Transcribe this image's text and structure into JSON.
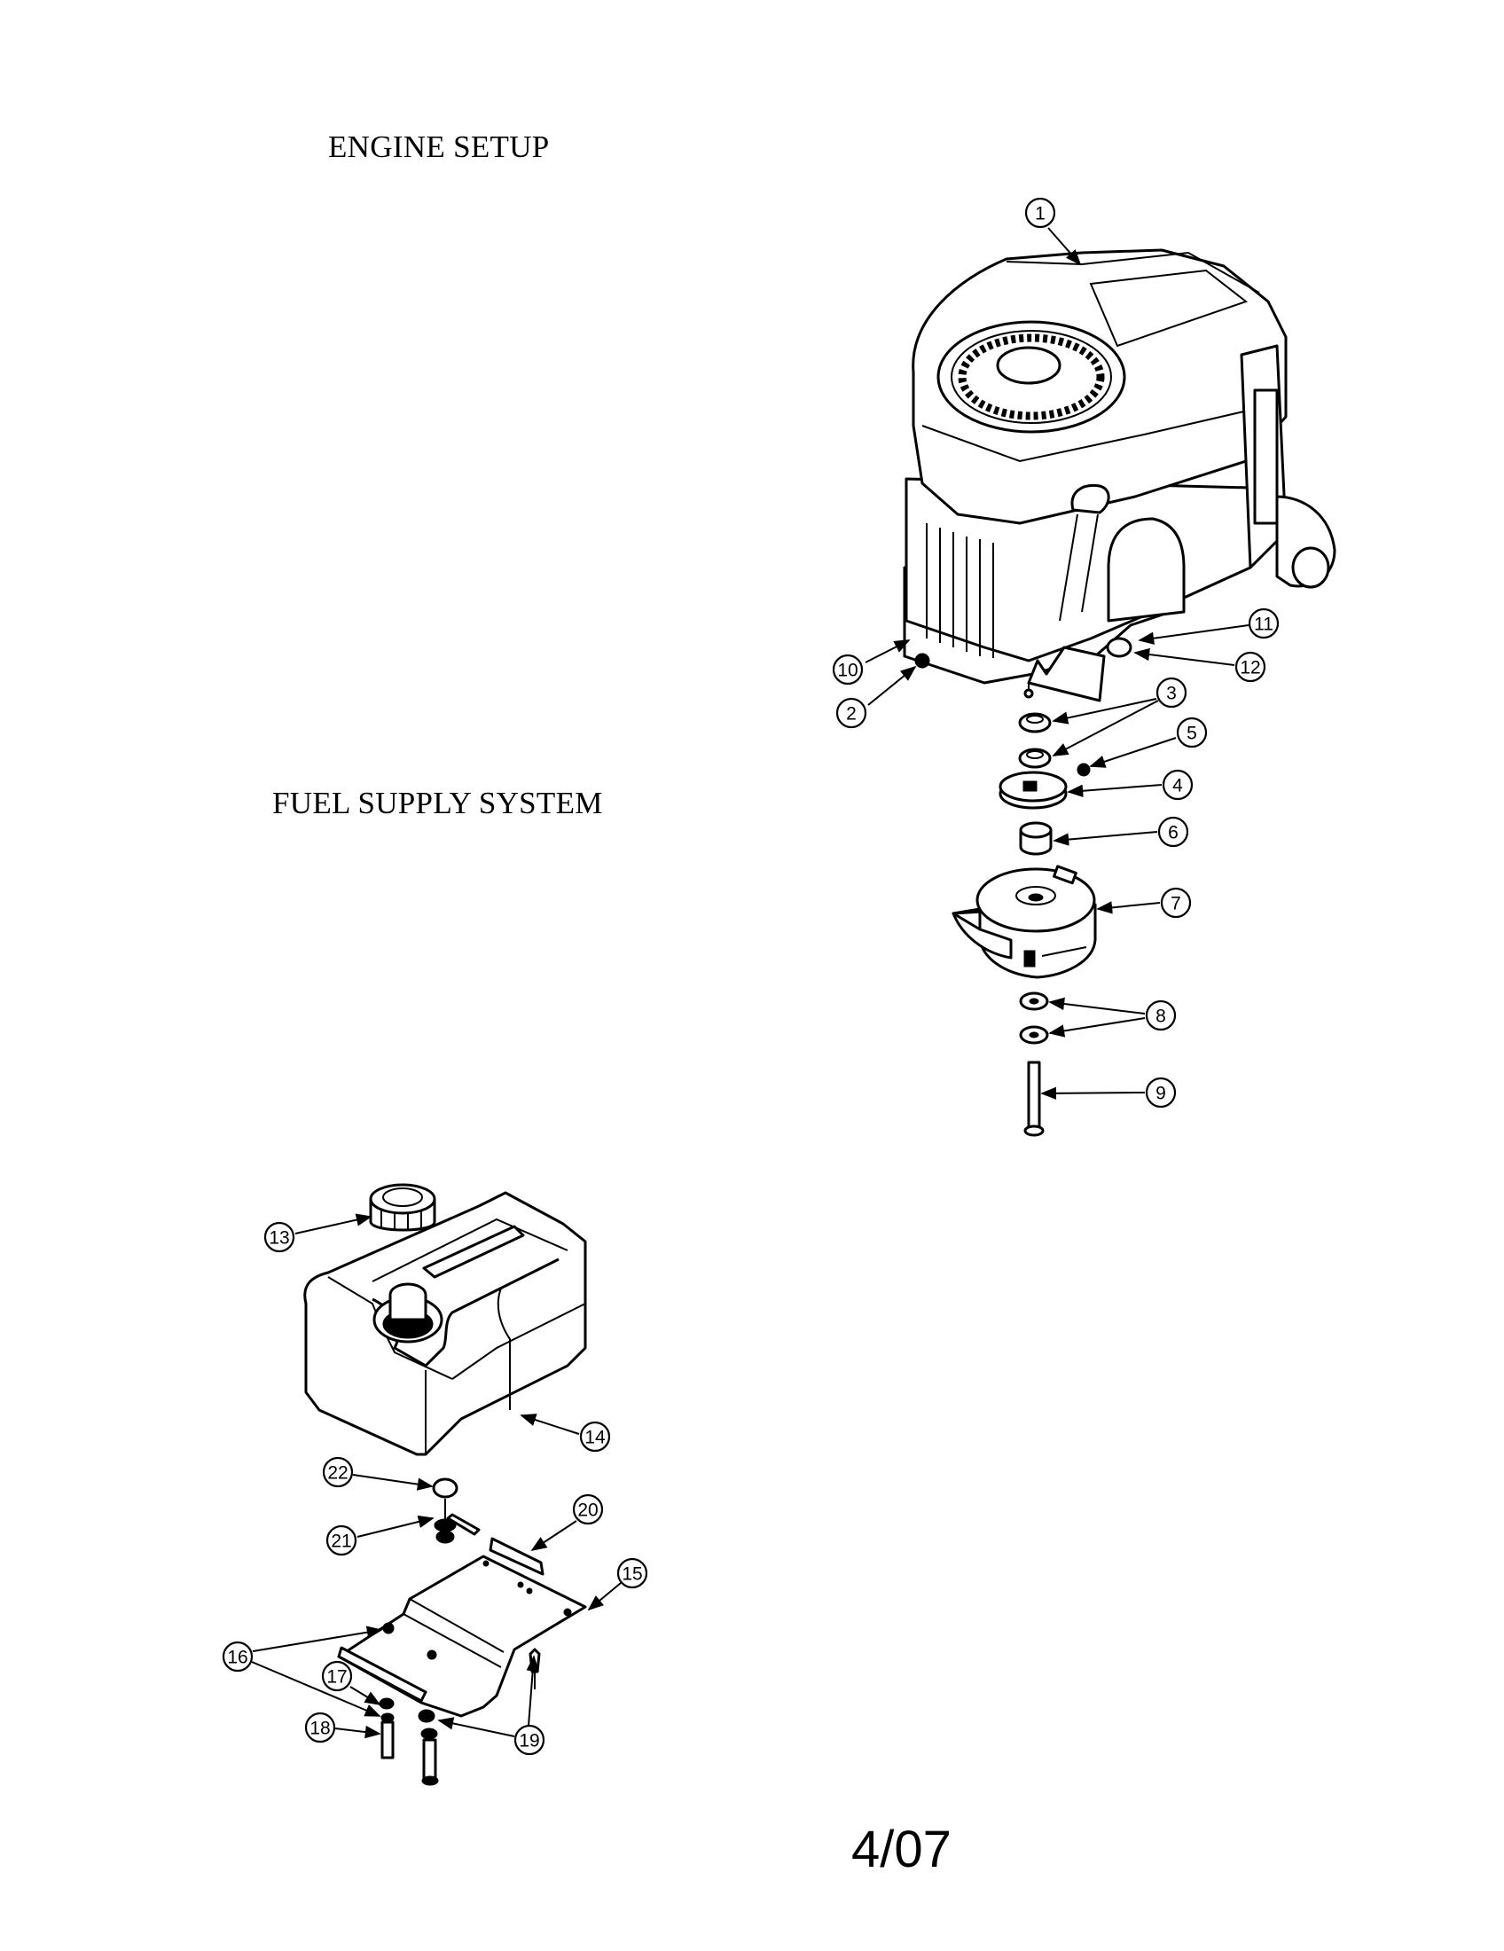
{
  "sections": {
    "engine_setup": {
      "title": "ENGINE SETUP"
    },
    "fuel_supply": {
      "title": "FUEL SUPPLY SYSTEM"
    }
  },
  "page_number": "4/07",
  "callouts": {
    "engine": [
      "1",
      "2",
      "3",
      "4",
      "5",
      "6",
      "7",
      "8",
      "9",
      "10",
      "11",
      "12"
    ],
    "fuel": [
      "13",
      "14",
      "15",
      "16",
      "17",
      "18",
      "19",
      "20",
      "21",
      "22"
    ]
  },
  "parts": {
    "engine": [
      {
        "ref": "1",
        "name": "engine"
      },
      {
        "ref": "2",
        "name": "bolt"
      },
      {
        "ref": "3",
        "name": "spacers"
      },
      {
        "ref": "4",
        "name": "pulley"
      },
      {
        "ref": "5",
        "name": "key"
      },
      {
        "ref": "6",
        "name": "spacer"
      },
      {
        "ref": "7",
        "name": "electric-clutch"
      },
      {
        "ref": "8",
        "name": "washers"
      },
      {
        "ref": "9",
        "name": "bolt"
      },
      {
        "ref": "10",
        "name": "mounting-point"
      },
      {
        "ref": "11",
        "name": "oil-drain"
      },
      {
        "ref": "12",
        "name": "drain-plug"
      }
    ],
    "fuel": [
      {
        "ref": "13",
        "name": "fuel-cap"
      },
      {
        "ref": "14",
        "name": "fuel-tank"
      },
      {
        "ref": "15",
        "name": "tank-bracket"
      },
      {
        "ref": "16",
        "name": "nuts"
      },
      {
        "ref": "17",
        "name": "washer"
      },
      {
        "ref": "18",
        "name": "bolt"
      },
      {
        "ref": "19",
        "name": "bolts"
      },
      {
        "ref": "20",
        "name": "strap"
      },
      {
        "ref": "21",
        "name": "fuel-valve"
      },
      {
        "ref": "22",
        "name": "grommet"
      }
    ]
  }
}
